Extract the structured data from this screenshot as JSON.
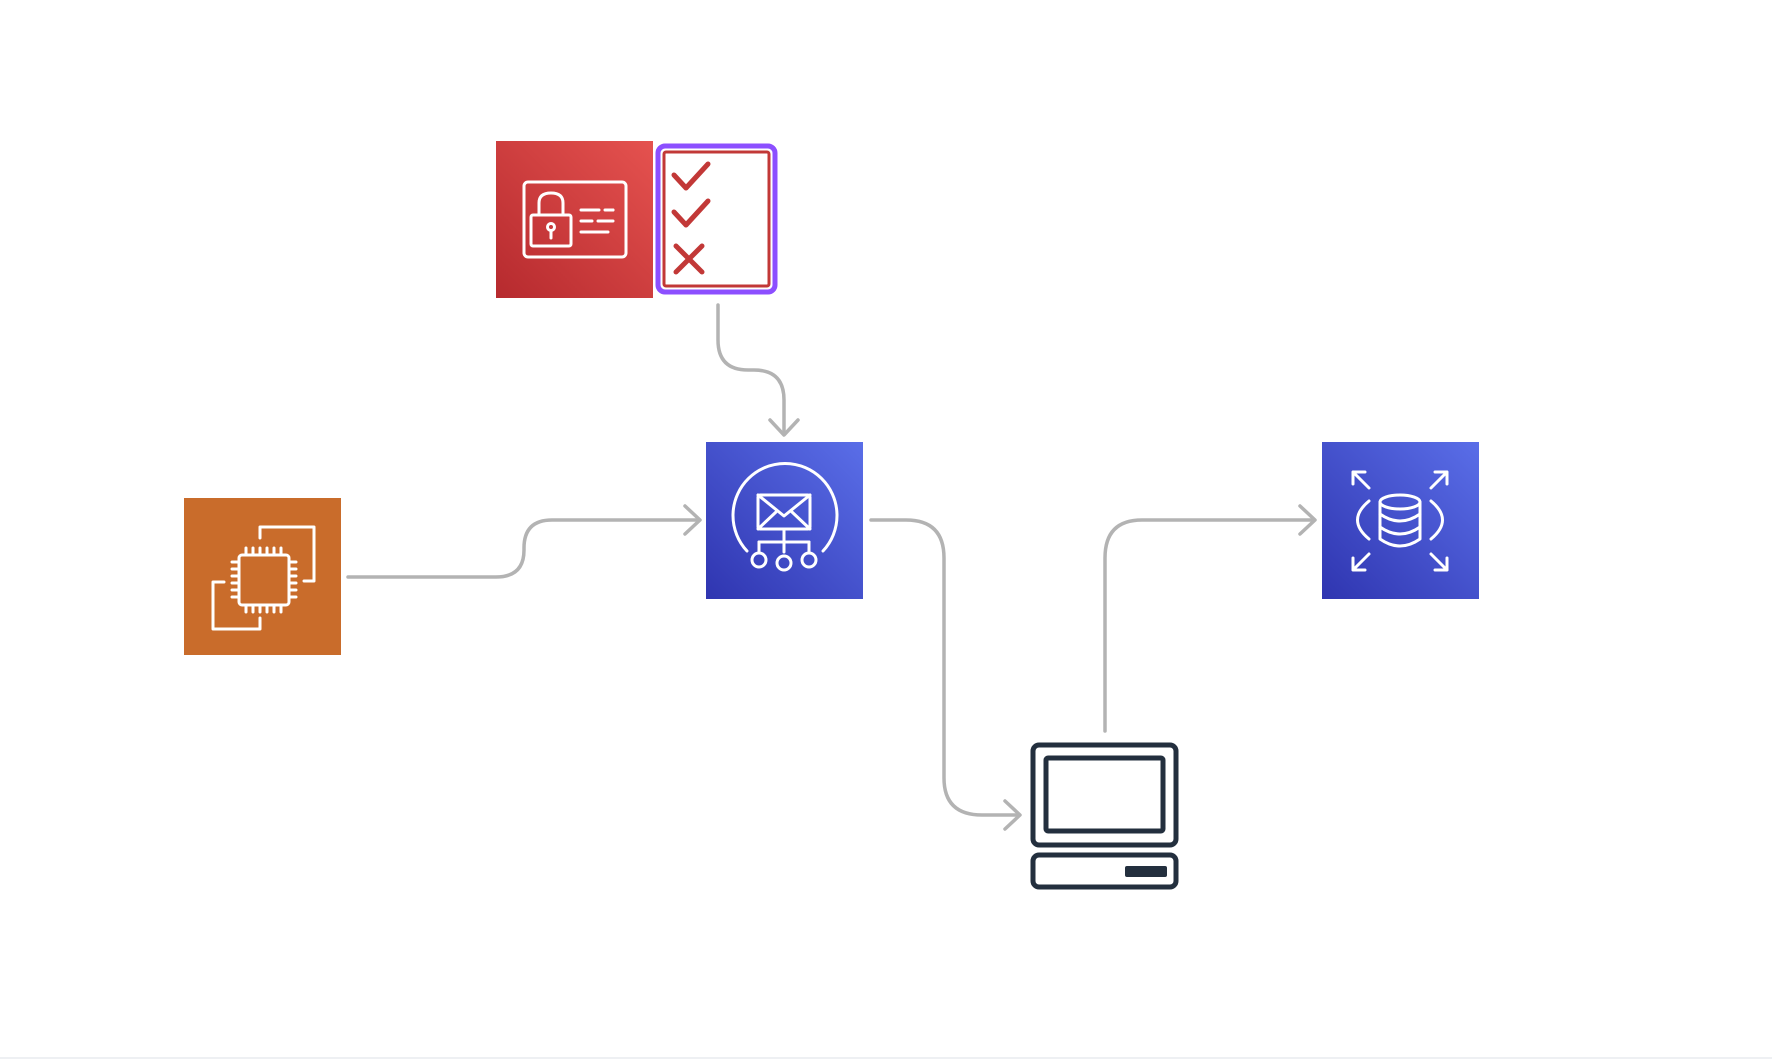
{
  "colors": {
    "background": "#ffffff",
    "connector": "#b3b3b3",
    "security_red_light": "#e5524f",
    "security_red_dark": "#b62a2e",
    "checklist_border": "#8c4fff",
    "checklist_inner_border": "#c23837",
    "check_mark": "#c23837",
    "compute_orange": "#c96c2b",
    "integration_blue_light": "#5a6ee8",
    "integration_blue_dark": "#2f35b0",
    "database_blue_light": "#5a6ee8",
    "database_blue_dark": "#2f35b0",
    "client_outline": "#232f3e",
    "icon_white": "#ffffff"
  },
  "nodes": [
    {
      "id": "identity-access",
      "icon": "identity-card-lock-icon"
    },
    {
      "id": "permission-checklist",
      "icon": "checklist-icon",
      "items": [
        "check",
        "check",
        "cross"
      ]
    },
    {
      "id": "compute-instances",
      "icon": "cpu-chip-instances-icon"
    },
    {
      "id": "notification-service",
      "icon": "email-fanout-icon"
    },
    {
      "id": "client-workstation",
      "icon": "desktop-client-icon"
    },
    {
      "id": "database-service",
      "icon": "scalable-database-icon"
    }
  ],
  "edges": [
    {
      "from": "permission-checklist",
      "to": "notification-service"
    },
    {
      "from": "compute-instances",
      "to": "notification-service"
    },
    {
      "from": "notification-service",
      "to": "client-workstation"
    },
    {
      "from": "client-workstation",
      "to": "database-service"
    }
  ]
}
